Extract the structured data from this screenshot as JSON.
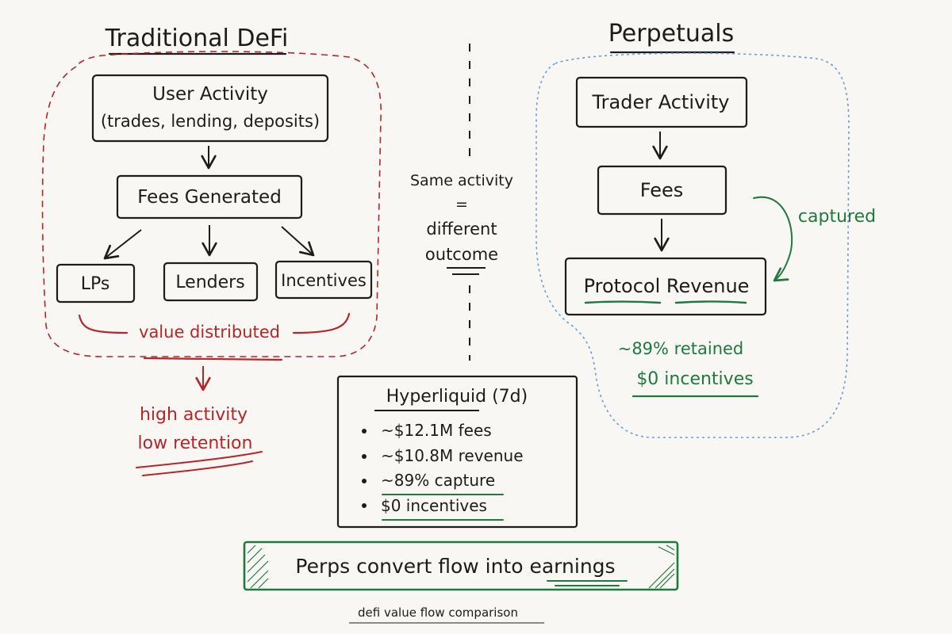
{
  "colors": {
    "ink": "#1c1c1c",
    "red": "#b3262a",
    "blue": "#6b9bd6",
    "green": "#1f7a3f",
    "background": "#f8f7f3"
  },
  "left": {
    "title": "Traditional DeFi",
    "user_activity_line1": "User Activity",
    "user_activity_line2": "(trades, lending, deposits)",
    "fees_generated": "Fees Generated",
    "lps": "LPs",
    "lenders": "Lenders",
    "incentives": "Incentives",
    "value_distributed": "value distributed",
    "outcome_line1": "high activity",
    "outcome_line2": "low retention"
  },
  "middle": {
    "line1": "Same activity",
    "line2": "=",
    "line3": "different",
    "line4": "outcome"
  },
  "right": {
    "title": "Perpetuals",
    "trader_activity": "Trader Activity",
    "fees": "Fees",
    "protocol_revenue": "Protocol Revenue",
    "captured": "captured",
    "retained": "~89% retained",
    "incentives": "$0 incentives"
  },
  "stats": {
    "title": "Hyperliquid (7d)",
    "items": [
      "~$12.1M fees",
      "~$10.8M revenue",
      "~89% capture",
      "$0 incentives"
    ]
  },
  "banner": {
    "text_prefix": "Perps convert flow into",
    "text_emphasis": "earnings"
  },
  "caption": "defi value flow comparison"
}
